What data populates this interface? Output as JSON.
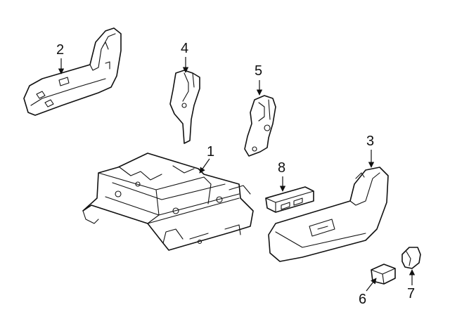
{
  "callouts": [
    {
      "id": "2",
      "label": "2"
    },
    {
      "id": "4",
      "label": "4"
    },
    {
      "id": "5",
      "label": "5"
    },
    {
      "id": "1",
      "label": "1"
    },
    {
      "id": "8",
      "label": "8"
    },
    {
      "id": "3",
      "label": "3"
    },
    {
      "id": "6",
      "label": "6"
    },
    {
      "id": "7",
      "label": "7"
    }
  ],
  "colors": {
    "line": "#111111",
    "background": "#ffffff"
  }
}
